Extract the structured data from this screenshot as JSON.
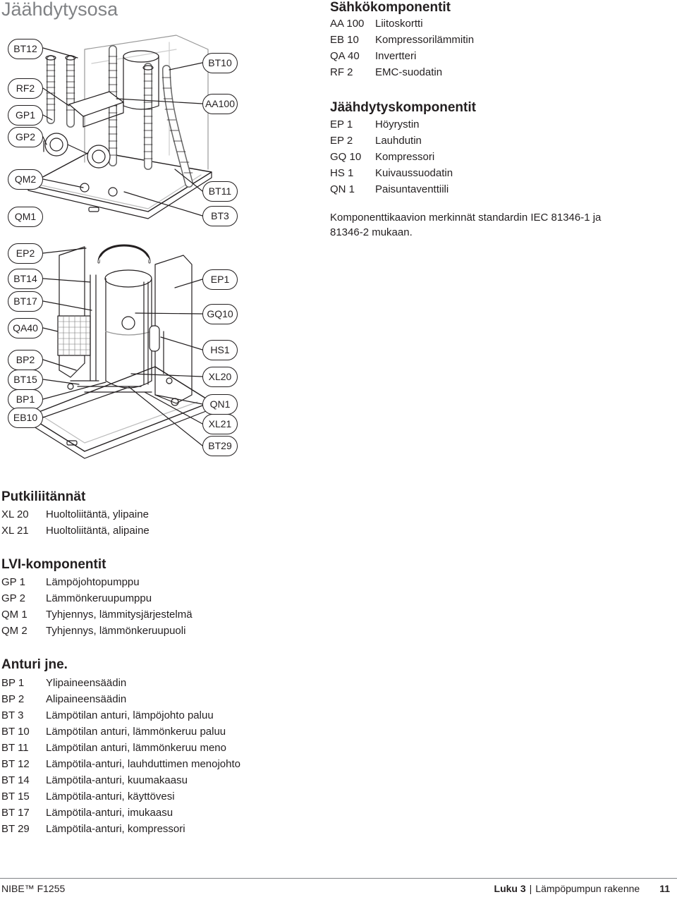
{
  "page_title": "Jäähdytysosa",
  "callouts_top_left": [
    "BT12",
    "RF2",
    "GP1",
    "GP2",
    "QM2",
    "QM1"
  ],
  "callouts_top_right": [
    "BT10",
    "AA100",
    "BT11",
    "BT3"
  ],
  "callouts_bottom_left": [
    "EP2",
    "BT14",
    "BT17",
    "QA40",
    "BP2",
    "BT15",
    "BP1",
    "EB10"
  ],
  "callouts_bottom_right": [
    "EP1",
    "GQ10",
    "HS1",
    "XL20",
    "QN1",
    "XL21",
    "BT29"
  ],
  "electrical": {
    "title": "Sähkökomponentit",
    "items": [
      {
        "code": "AA 100",
        "desc": "Liitoskortti"
      },
      {
        "code": "EB 10",
        "desc": "Kompressorilämmitin"
      },
      {
        "code": "QA 40",
        "desc": "Invertteri"
      },
      {
        "code": "RF 2",
        "desc": "EMC-suodatin"
      }
    ]
  },
  "cooling": {
    "title": "Jäähdytyskomponentit",
    "items": [
      {
        "code": "EP 1",
        "desc": "Höyrystin"
      },
      {
        "code": "EP 2",
        "desc": "Lauhdutin"
      },
      {
        "code": "GQ 10",
        "desc": "Kompressori"
      },
      {
        "code": "HS 1",
        "desc": "Kuivaussuodatin"
      },
      {
        "code": "QN 1",
        "desc": "Paisuntaventtiili"
      }
    ]
  },
  "standard_note": "Komponenttikaavion merkinnät standardin IEC 81346-1 ja 81346-2 mukaan.",
  "pipes": {
    "title": "Putkiliitännät",
    "items": [
      {
        "code": "XL 20",
        "desc": "Huoltoliitäntä, ylipaine"
      },
      {
        "code": "XL 21",
        "desc": "Huoltoliitäntä, alipaine"
      }
    ]
  },
  "hvac": {
    "title": "LVI-komponentit",
    "items": [
      {
        "code": "GP 1",
        "desc": "Lämpöjohtopumppu"
      },
      {
        "code": "GP 2",
        "desc": "Lämmönkeruupumppu"
      },
      {
        "code": "QM 1",
        "desc": "Tyhjennys, lämmitysjärjestelmä"
      },
      {
        "code": "QM 2",
        "desc": "Tyhjennys, lämmönkeruupuoli"
      }
    ]
  },
  "sensors": {
    "title": "Anturi jne.",
    "items": [
      {
        "code": "BP 1",
        "desc": "Ylipaineensäädin"
      },
      {
        "code": "BP 2",
        "desc": "Alipaineensäädin"
      },
      {
        "code": "BT 3",
        "desc": "Lämpötilan anturi, lämpöjohto paluu"
      },
      {
        "code": "BT 10",
        "desc": "Lämpötilan anturi, lämmönkeruu paluu"
      },
      {
        "code": "BT 11",
        "desc": "Lämpötilan anturi, lämmönkeruu meno"
      },
      {
        "code": "BT 12",
        "desc": "Lämpötila-anturi, lauhduttimen menojohto"
      },
      {
        "code": "BT 14",
        "desc": "Lämpötila-anturi, kuumakaasu"
      },
      {
        "code": "BT 15",
        "desc": "Lämpötila-anturi, käyttövesi"
      },
      {
        "code": "BT 17",
        "desc": "Lämpötila-anturi, imukaasu"
      },
      {
        "code": "BT 29",
        "desc": "Lämpötila-anturi, kompressori"
      }
    ]
  },
  "footer": {
    "brand": "NIBE™ F1255",
    "chapter_label": "Luku 3",
    "chapter_title": "Lämpöpumpun rakenne",
    "page_number": "11"
  }
}
